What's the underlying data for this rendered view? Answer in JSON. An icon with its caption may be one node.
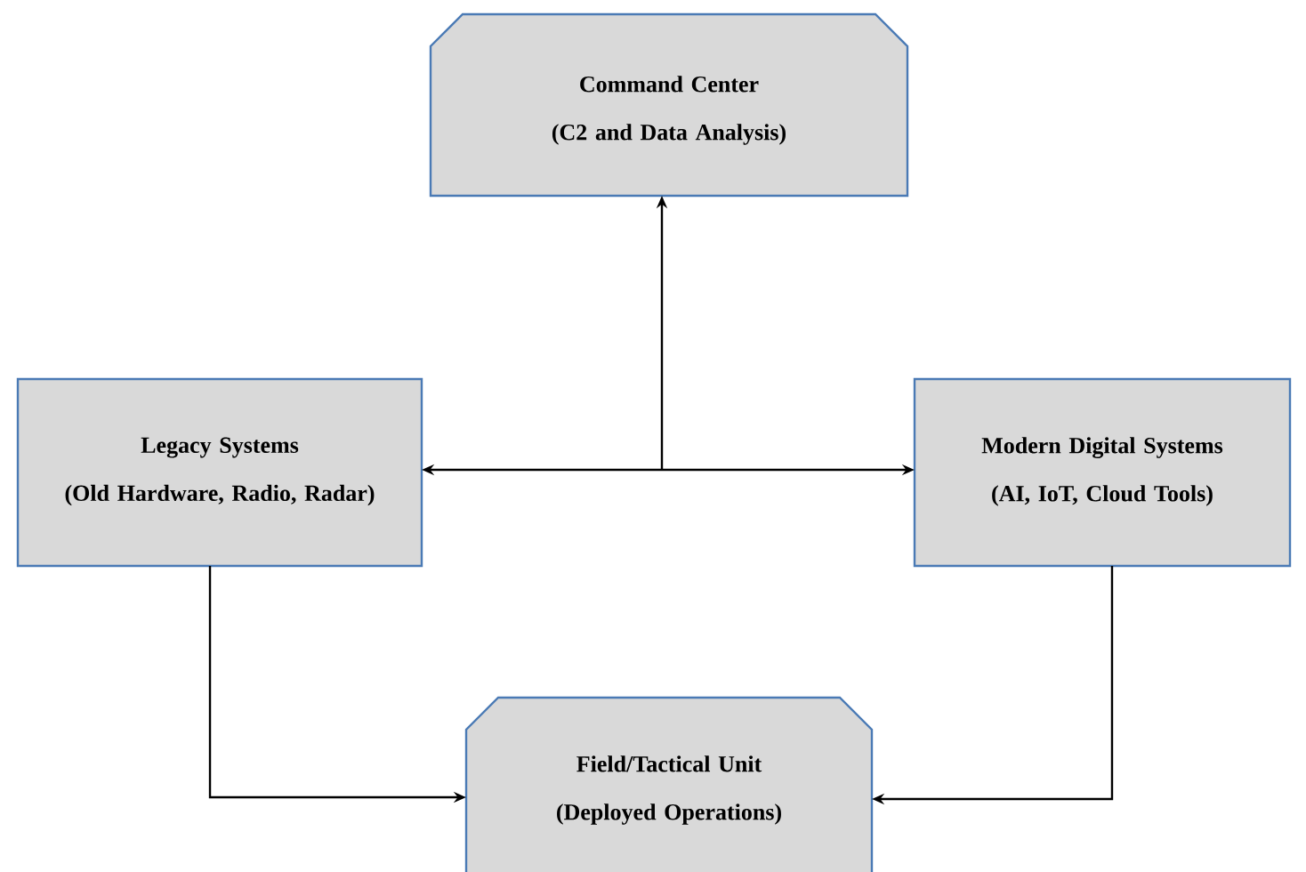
{
  "diagram": {
    "nodes": [
      {
        "text": [
          "Command Center",
          "(C2 and Data Analysis)"
        ]
      },
      {
        "text": [
          "Legacy Systems",
          "(Old Hardware, Radio, Radar)"
        ]
      },
      {
        "text": [
          "Modern Digital Systems",
          "(AI, IoT, Cloud Tools)"
        ]
      },
      {
        "text": [
          "Field/Tactical Unit",
          "(Deployed Operations)"
        ]
      }
    ],
    "edges": [
      {
        "from": 1,
        "to": 2,
        "arrow": "both"
      },
      {
        "from": null,
        "to": 0,
        "arrow": "to"
      },
      {
        "from": 1,
        "to": 3,
        "arrow": "to"
      },
      {
        "from": 2,
        "to": 3,
        "arrow": "to"
      }
    ]
  }
}
